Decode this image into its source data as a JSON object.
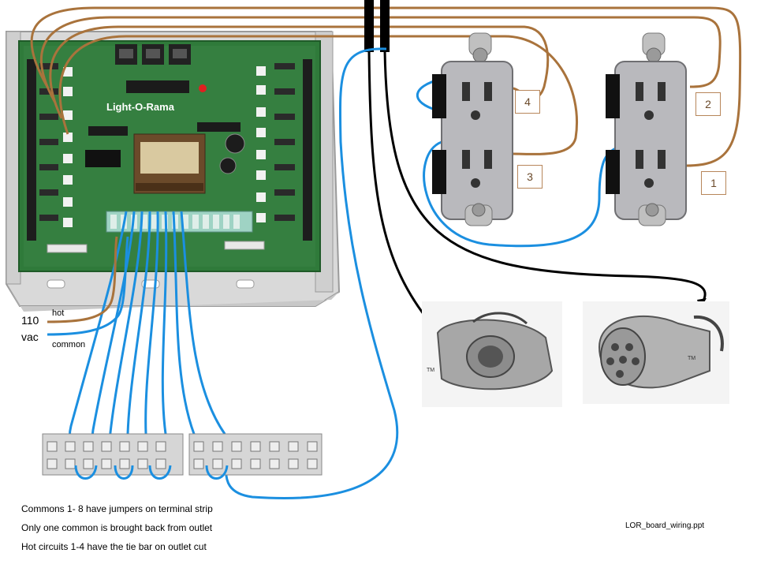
{
  "power": {
    "voltage": "110",
    "unit": "vac",
    "hot_label": "hot",
    "common_label": "common"
  },
  "board": {
    "brand": "Light-O-Rama"
  },
  "outlets": {
    "labels": [
      "4",
      "3",
      "2",
      "1"
    ]
  },
  "notes": [
    "Commons 1- 8 have jumpers on terminal strip",
    "Only one common is brought back from outlet",
    "Hot circuits 1-4 have the tie bar on outlet cut"
  ],
  "filename": "LOR_board_wiring.ppt",
  "trademark": "TM",
  "colors": {
    "hot_wire": "#a9733c",
    "common_wire": "#1b8fe0",
    "cable": "#000000",
    "board_green": "#2f7a3a",
    "outlet_gray": "#b9b9bd"
  }
}
